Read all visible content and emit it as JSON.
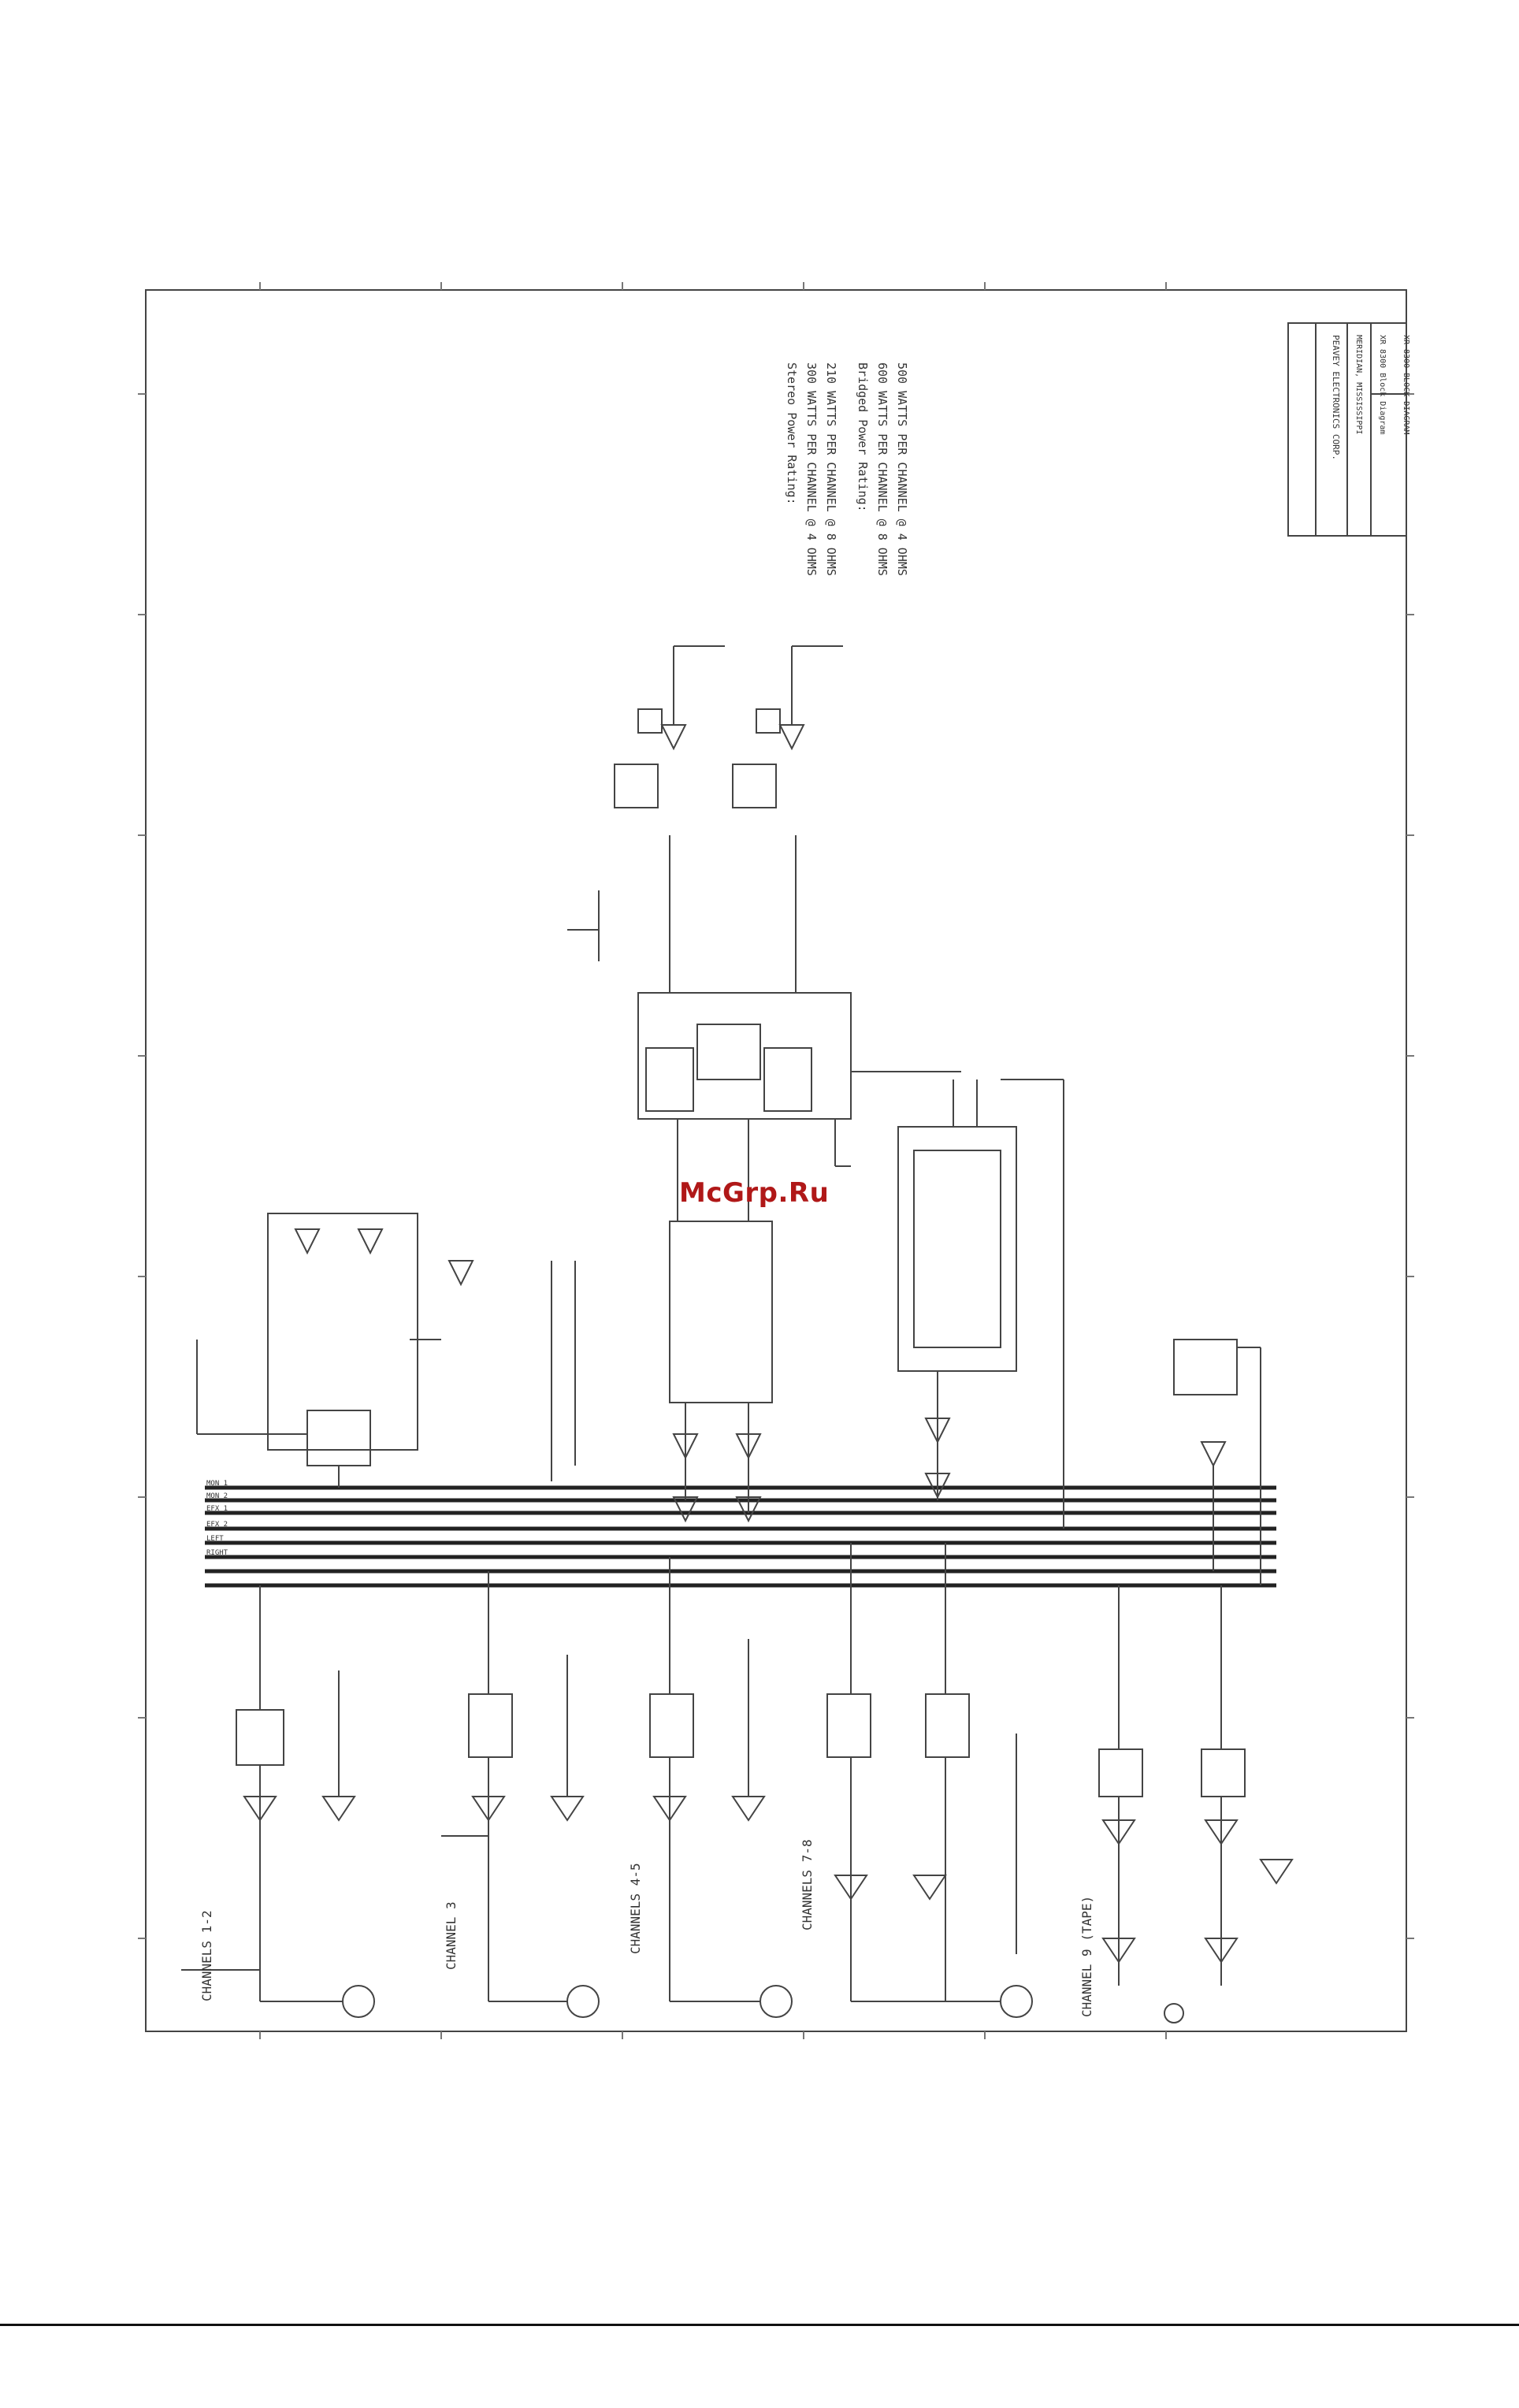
{
  "watermark": "McGrp.Ru",
  "title_block": {
    "company": "PEAVEY ELECTRONICS CORP.",
    "address": "MERIDIAN, MISSISSIPPI",
    "subtitle": "XR 8300 Block Diagram",
    "line4": "XR 8300 BLOCK DIAGRAM"
  },
  "power_notes": {
    "stereo_heading": "Stereo Power Rating:",
    "stereo_line1": "300 WATTS PER CHANNEL @ 4 OHMS",
    "stereo_line2": "210 WATTS PER CHANNEL @ 8 OHMS",
    "bridged_heading": "Bridged Power Rating:",
    "bridged_line1": "600 WATTS PER CHANNEL @ 8 OHMS",
    "bridged_line2": "500 WATTS PER CHANNEL @ 4 OHMS"
  },
  "channel_labels": {
    "ch1": "CHANNELS 1-2",
    "ch2": "CHANNEL 3",
    "ch3": "CHANNELS 4-5",
    "ch4": "CHANNELS 7-8",
    "ch5": "CHANNEL 9 (TAPE)"
  },
  "bus_labels": [
    "MON 1",
    "MON 2",
    "EFX 1",
    "EFX 2",
    "LEFT",
    "RIGHT"
  ]
}
